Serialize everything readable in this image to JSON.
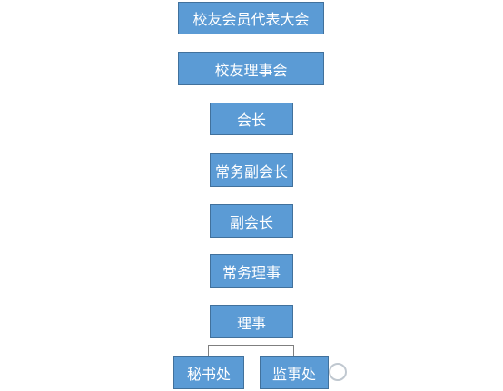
{
  "nodes": {
    "n0": "校友会员代表大会",
    "n1": "校友理事会",
    "n2": "会长",
    "n3": "常务副会长",
    "n4": "副会长",
    "n5": "常务理事",
    "n6": "理事",
    "n7": "秘书处",
    "n8": "监事处"
  },
  "colors": {
    "node_fill": "#5b9bd5",
    "node_border": "#41719c",
    "node_text": "#ffffff",
    "connector": "#7f7f7f"
  },
  "icons": {
    "watermark": "watermark-circle-icon"
  }
}
